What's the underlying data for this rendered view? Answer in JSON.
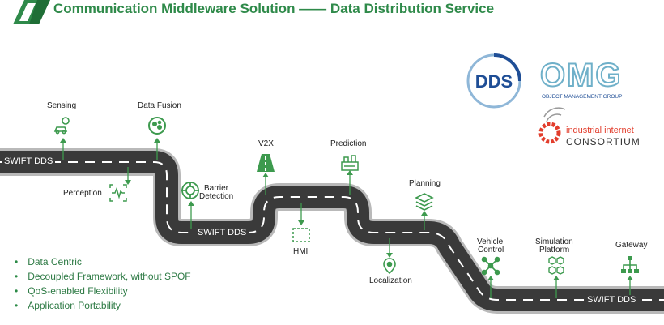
{
  "header": {
    "title": "Communication Middleware Solution —— Data Distribution Service"
  },
  "road": {
    "labels": [
      "SWIFT DDS",
      "SWIFT DDS",
      "SWIFT DDS",
      "SWIFT DDS"
    ]
  },
  "nodes": {
    "sensing": "Sensing",
    "data_fusion": "Data Fusion",
    "perception": "Perception",
    "barrier_detection_l1": "Barrier",
    "barrier_detection_l2": "Detection",
    "v2x": "V2X",
    "prediction": "Prediction",
    "hmi": "HMI",
    "planning": "Planning",
    "localization": "Localization",
    "vehicle_control_l1": "Vehicle",
    "vehicle_control_l2": "Control",
    "simulation_platform_l1": "Simulation",
    "simulation_platform_l2": "Platform",
    "gateway": "Gateway"
  },
  "bullets": [
    "Data Centric",
    "Decoupled Framework, without SPOF",
    "QoS-enabled Flexibility",
    "Application Portability"
  ],
  "logos": {
    "dds": "DDS",
    "omg": "OMG",
    "omg_sub": "OBJECT MANAGEMENT GROUP",
    "iic_l1": "industrial internet",
    "iic_l2": "CONSORTIUM"
  },
  "colors": {
    "accent": "#2f8a4a",
    "icon_green": "#3d9a4e",
    "road": "#3a3a3a",
    "iic_red": "#e23d2c",
    "dds_blue": "#1f4e96",
    "omg_teal": "#6fb0c9"
  }
}
